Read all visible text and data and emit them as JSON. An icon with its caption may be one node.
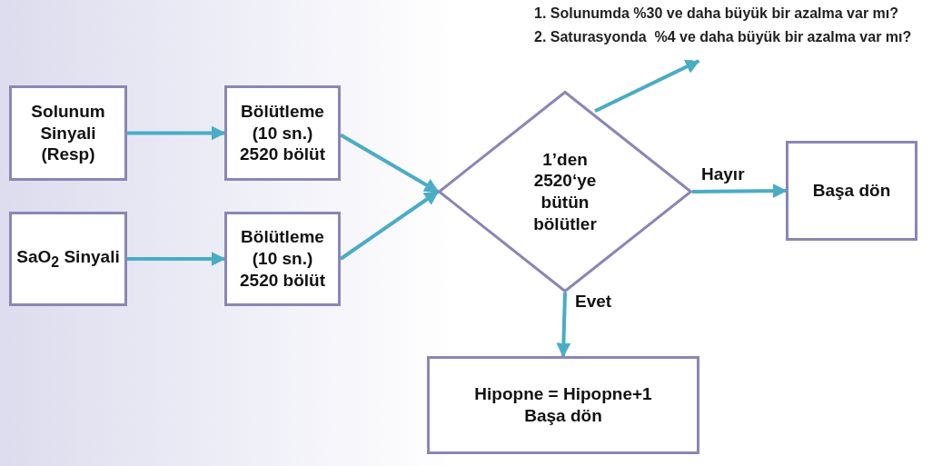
{
  "diagram": {
    "nodes": [
      {
        "text": [
          "Solunum Sinyali (Resp)"
        ]
      },
      {
        "text": [
          "SaO$_{2}$ Sinyali"
        ]
      },
      {
        "text": [
          "Bölütleme (10 sn.) 2520 bölüt"
        ]
      },
      {
        "text": [
          "Bölütleme (10 sn.) 2520 bölüt"
        ]
      },
      {
        "text": [
          "1’den 2520‘ye bütün bölütler"
        ]
      },
      {
        "text": [
          "Başa dön"
        ]
      },
      {
        "text": [
          "Hipopne = Hipopne+1 Başa dön"
        ]
      },
      {
        "text": [
          "1. Solunumda %30 ve daha büyük bir azalma var mı?",
          "2. Saturasyonda  %4 ve daha büyük bir azalma var mı?"
        ]
      }
    ],
    "edges": [
      {
        "from": 0,
        "to": 2,
        "arrow": "to"
      },
      {
        "from": 1,
        "to": 3,
        "arrow": "to"
      },
      {
        "from": 2,
        "to": 4,
        "arrow": "to"
      },
      {
        "from": 3,
        "to": 4,
        "arrow": "to"
      },
      {
        "from": 4,
        "to": 5,
        "arrow": "to",
        "label": "Hayır"
      },
      {
        "from": 4,
        "to": 6,
        "arrow": "to",
        "label": "Evet"
      },
      {
        "from": 4,
        "to": 7,
        "arrow": "to"
      }
    ]
  }
}
